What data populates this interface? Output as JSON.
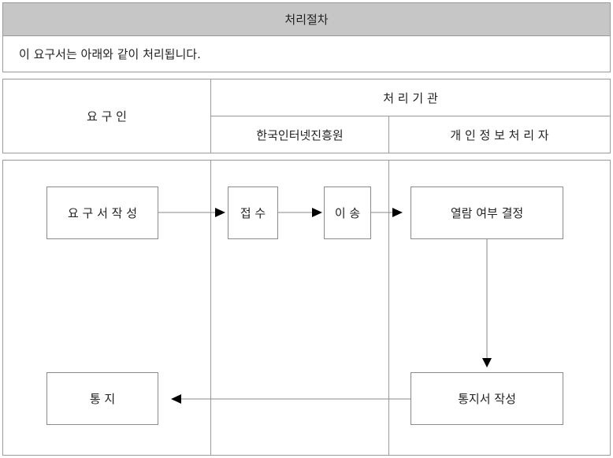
{
  "title": "처리절차",
  "description": "이 요구서는 아래와 같이 처리됩니다.",
  "header": {
    "requester": "요 구 인",
    "processing_org": "처 리 기 관",
    "kisa": "한국인터넷진흥원",
    "data_handler": "개 인 정 보 처 리 자"
  },
  "flow": {
    "write_request": "요 구 서 작 성",
    "receive": "접 수",
    "transfer": "이 송",
    "decide": "열람 여부 결정",
    "write_notice": "통지서 작성",
    "notify": "통 지"
  },
  "colors": {
    "border": "#9a9a9a",
    "title_bg": "#c6c6c6",
    "arrow": "#000000"
  }
}
